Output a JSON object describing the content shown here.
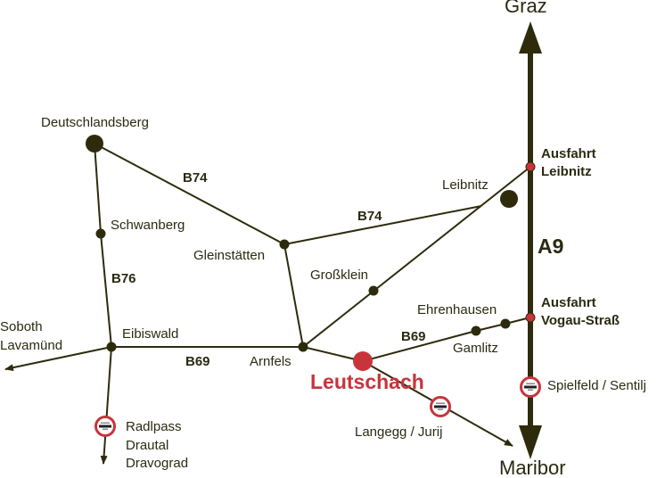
{
  "colors": {
    "road": "#2e2b0c",
    "exit": "#c8343a",
    "text": "#2b2a12"
  },
  "cities": {
    "north": "Graz",
    "south": "Maribor"
  },
  "motorway": "A9",
  "exits": [
    {
      "line1": "Ausfahrt",
      "line2": "Leibnitz"
    },
    {
      "line1": "Ausfahrt",
      "line2": "Vogau-Straß"
    }
  ],
  "towns": {
    "deutschlandsberg": "Deutschlandsberg",
    "schwanberg": "Schwanberg",
    "eibiswald": "Eibiswald",
    "gleinstaetten": "Gleinstätten",
    "arnfels": "Arnfels",
    "grossklein": "Großklein",
    "leibnitz": "Leibnitz",
    "ehrenhausen": "Ehrenhausen",
    "gamlitz": "Gamlitz",
    "leutschach": "Leutschach"
  },
  "roads": {
    "b74_west": "B74",
    "b74_east": "B74",
    "b76": "B76",
    "b69_west": "B69",
    "b69_east": "B69"
  },
  "destinations": {
    "soboth_1": "Soboth",
    "soboth_2": "Lavamünd",
    "radl_1": "Radlpass",
    "radl_2": "Drautal",
    "radl_3": "Dravograd",
    "langegg": "Langegg / Jurij",
    "spielfeld": "Spielfeld / Sentilj"
  },
  "icons": {
    "border": "border-crossing-sign-icon"
  }
}
